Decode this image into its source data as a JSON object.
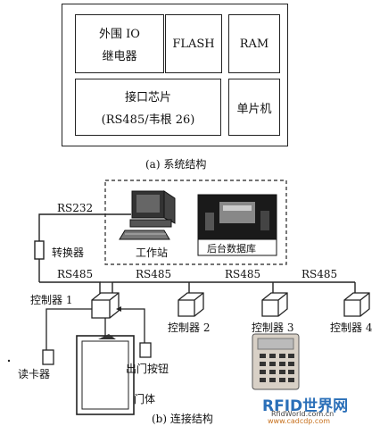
{
  "part_a": {
    "blocks": {
      "peripheral_line1": "外围 IO",
      "peripheral_line2": "继电器",
      "flash": "FLASH",
      "ram": "RAM",
      "interface_line1": "接口芯片",
      "interface_line2": "(RS485/韦根 26)",
      "mcu": "单片机"
    },
    "caption": "(a) 系统结构"
  },
  "part_b": {
    "rs232": "RS232",
    "converter": "转换器",
    "workstation": "工作站",
    "database": "后台数据库",
    "rs485_labels": [
      "RS485",
      "RS485",
      "RS485",
      "RS485"
    ],
    "controllers": [
      "控制器 1",
      "控制器 2",
      "控制器 3",
      "控制器 4"
    ],
    "card_reader": "读卡器",
    "exit_button": "出门按钮",
    "door": "门体",
    "caption": "(b) 连接结构"
  },
  "watermark": {
    "text_main": "RFID世界网",
    "url": "RfidWorld.com.cn",
    "url2": "www.cadcdp.com"
  }
}
